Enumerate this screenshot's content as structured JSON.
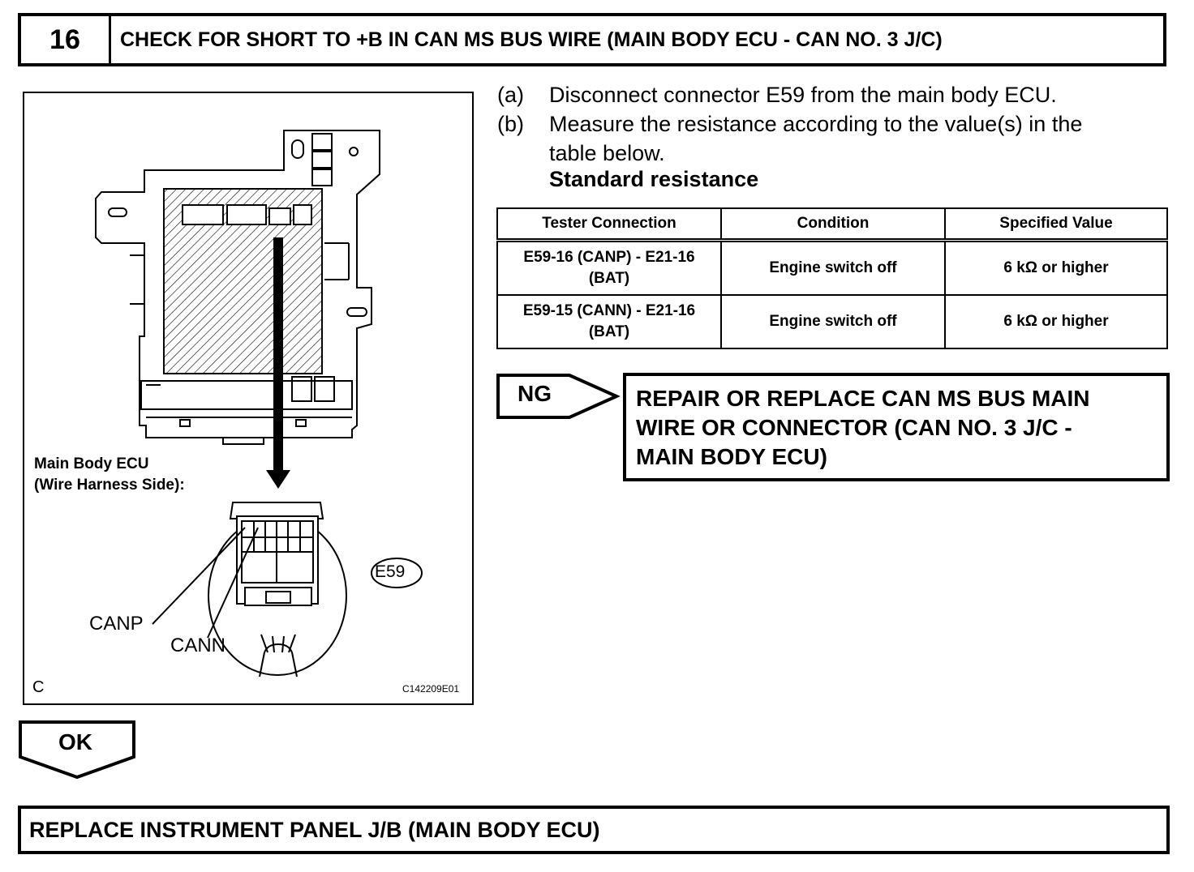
{
  "header": {
    "step_number": "16",
    "title": "CHECK FOR SHORT TO +B IN CAN MS BUS WIRE (MAIN BODY ECU - CAN NO. 3 J/C)"
  },
  "figure": {
    "caption_line1": "Main Body ECU",
    "caption_line2": "(Wire Harness Side):",
    "connector_id": "E59",
    "pin_labels": [
      "CANP",
      "CANN"
    ],
    "corner_letter": "C",
    "figure_code": "C142209E01"
  },
  "instructions": [
    {
      "marker": "(a)",
      "lines": [
        "Disconnect connector E59 from the main body ECU."
      ]
    },
    {
      "marker": "(b)",
      "lines": [
        "Measure the resistance according to the value(s) in the",
        "table below."
      ]
    }
  ],
  "standard_heading": "Standard resistance",
  "table": {
    "headers": [
      "Tester Connection",
      "Condition",
      "Specified Value"
    ],
    "rows": [
      {
        "connection_line1": "E59-16 (CANP) - E21-16",
        "connection_line2": "(BAT)",
        "condition": "Engine switch off",
        "value": "6 kΩ or higher"
      },
      {
        "connection_line1": "E59-15 (CANN) - E21-16",
        "connection_line2": "(BAT)",
        "condition": "Engine switch off",
        "value": "6 kΩ or higher"
      }
    ]
  },
  "ng": {
    "label": "NG",
    "result": "REPAIR OR REPLACE CAN MS BUS MAIN\nWIRE OR CONNECTOR (CAN NO. 3 J/C -\nMAIN BODY ECU)"
  },
  "ok": {
    "label": "OK"
  },
  "next_step": "REPLACE INSTRUMENT PANEL J/B (MAIN BODY ECU)"
}
